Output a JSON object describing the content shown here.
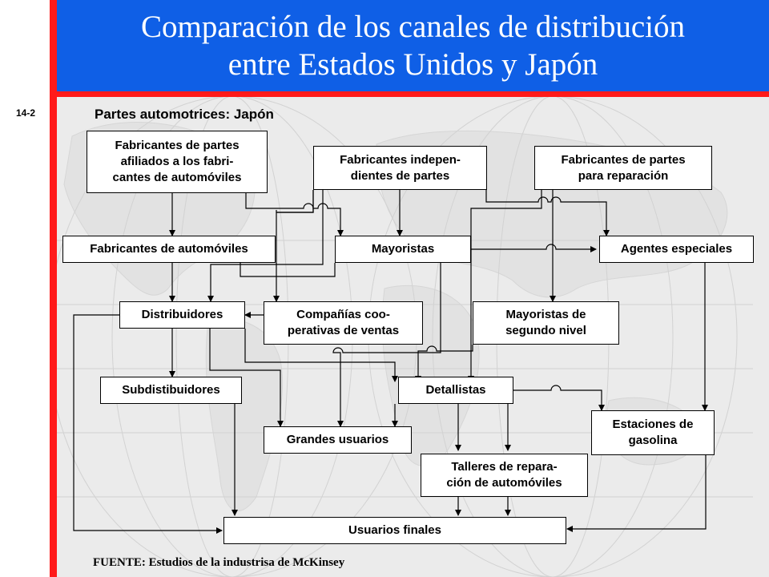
{
  "slide": {
    "number": "14-2",
    "title_line1": "Comparación de los canales de distribución",
    "title_line2": "entre Estados Unidos y Japón",
    "subtitle": "Partes automotrices: Japón",
    "source": "FUENTE: Estudios de la industrisa de McKinsey"
  },
  "nodes": {
    "affiliated": "Fabricantes de partes\nafiliados a los fabri-\ncantes de automóviles",
    "independent": "Fabricantes indepen-\ndientes de partes",
    "repair_parts": "Fabricantes de partes\npara reparación",
    "automakers": "Fabricantes de automóviles",
    "wholesalers": "Mayoristas",
    "special_agents": "Agentes especiales",
    "distributors": "Distribuidores",
    "coops": "Compañías coo-\nperativas de ventas",
    "second_wholesalers": "Mayoristas de\nsegundo nivel",
    "subdistributors": "Subdistibuidores",
    "retailers": "Detallistas",
    "large_users": "Grandes usuarios",
    "gas_stations": "Estaciones de\ngasolina",
    "repair_shops": "Talleres de repara-\nción de automóviles",
    "end_users": "Usuarios finales"
  },
  "colors": {
    "header_blue": "#0f5fe6",
    "accent_red": "#ff1a1a",
    "background_gray": "#ebebeb"
  }
}
